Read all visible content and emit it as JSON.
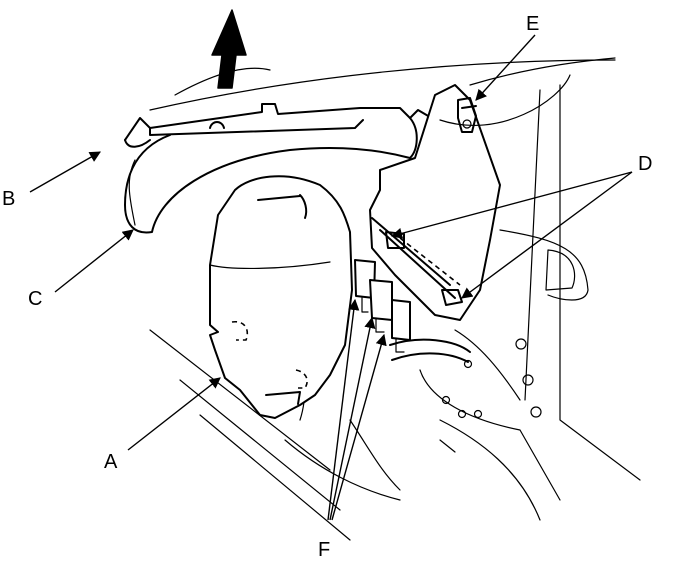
{
  "callouts": {
    "a": "A",
    "b": "B",
    "c": "C",
    "d": "D",
    "e": "E",
    "f": "F"
  },
  "icons": {
    "direction_arrow": "up-arrow-icon"
  }
}
